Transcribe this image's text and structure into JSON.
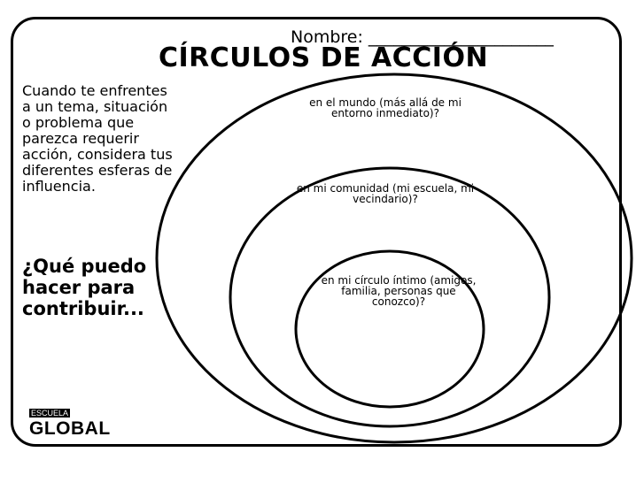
{
  "header": {
    "name_label": "Nombre: ______________________",
    "title": "CÍRCULOS DE ACCIÓN"
  },
  "sidebar": {
    "intro": "Cuando te enfrentes a un tema, situación o problema que parezca requerir acción, considera tus diferentes esferas de influencia.",
    "question": "¿Qué puedo hacer para contribuir..."
  },
  "circles": {
    "outer": "en el mundo (más allá de mi entorno inmediato)?",
    "middle": "en mi comunidad (mi escuela, mi vecindario)?",
    "inner": "en mi círculo íntimo (amigos, familia, personas que conozco)?"
  },
  "logo": {
    "small": "ESCUELA",
    "big": "GLOBAL"
  },
  "colors": {
    "ink": "#000000",
    "paper": "#ffffff"
  }
}
